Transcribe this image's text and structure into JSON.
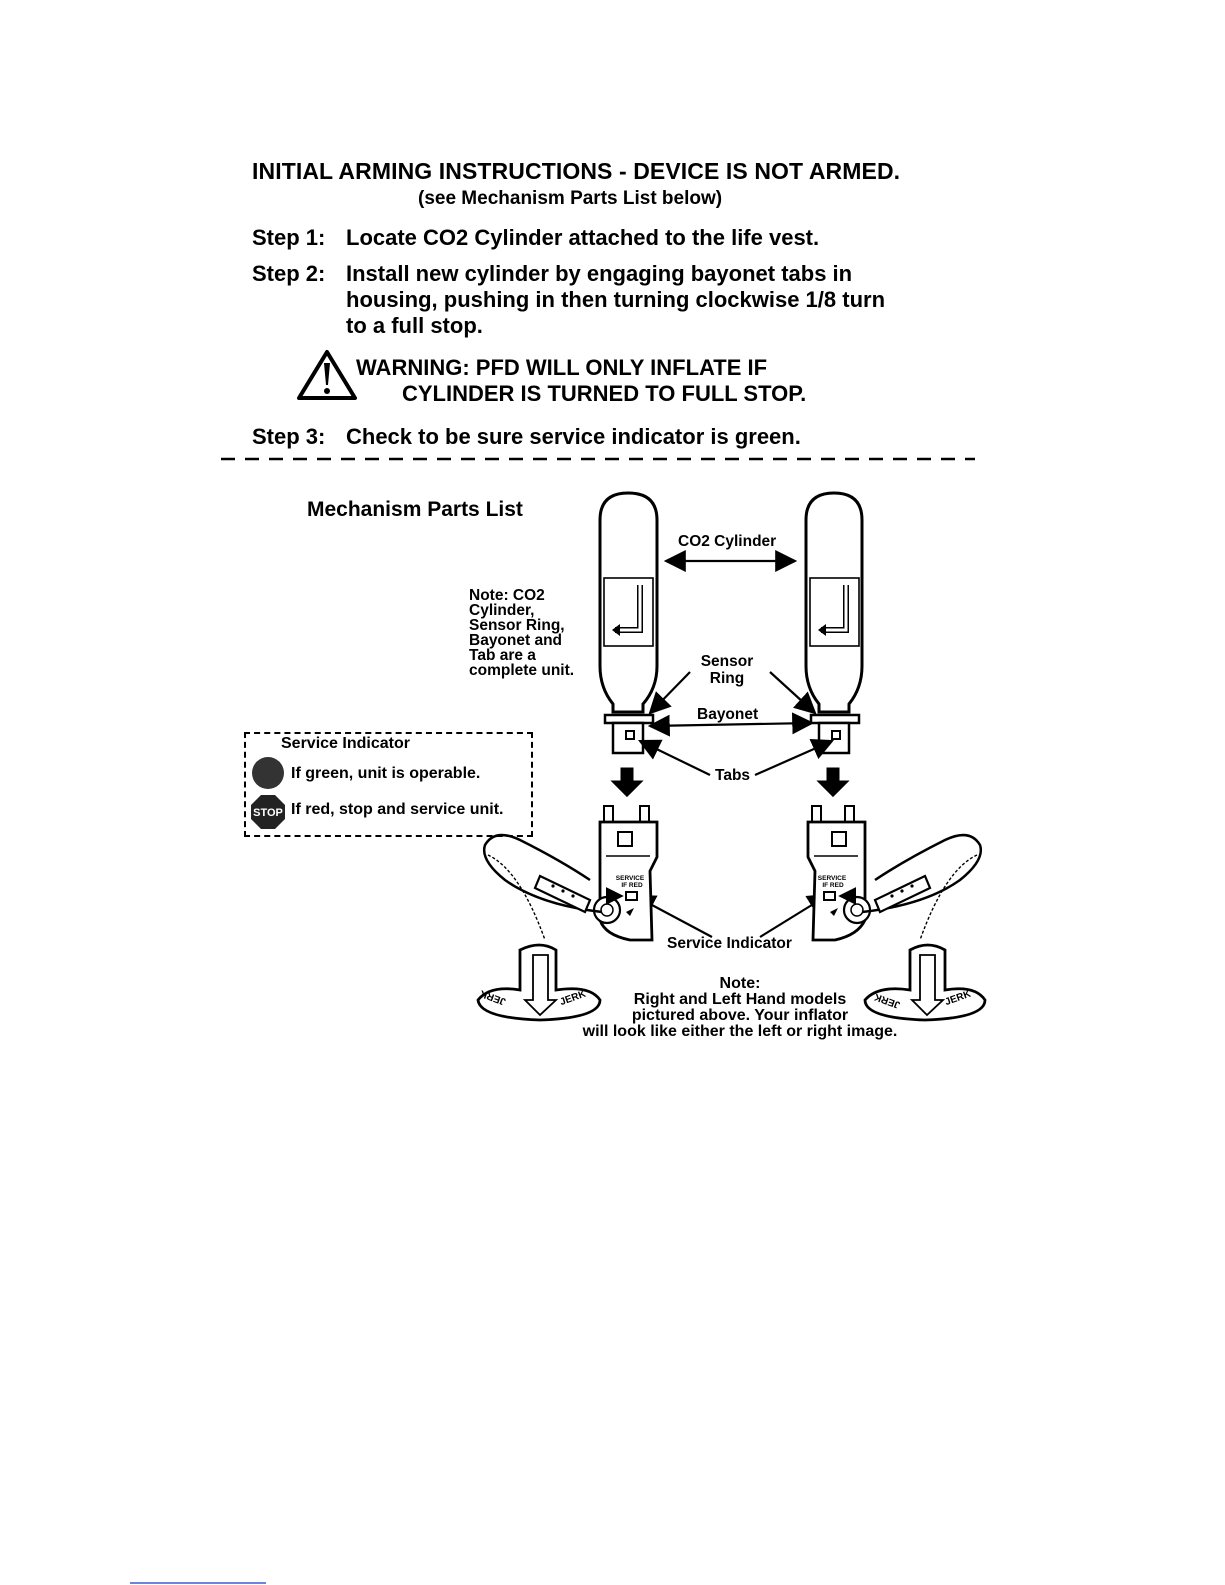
{
  "header": {
    "title": "INITIAL ARMING INSTRUCTIONS - DEVICE IS NOT ARMED.",
    "subtitle": "(see Mechanism Parts List below)"
  },
  "steps": [
    {
      "label": "Step 1:",
      "lines": [
        "Locate CO2 Cylinder attached to the life vest."
      ]
    },
    {
      "label": "Step 2:",
      "lines": [
        "Install new cylinder by engaging bayonet tabs in",
        "housing, pushing in then turning clockwise 1/8 turn",
        "to a full stop."
      ]
    },
    {
      "label": "Step 3:",
      "lines": [
        "Check to be sure service indicator is green."
      ]
    }
  ],
  "warning": {
    "line1": "WARNING:  PFD WILL ONLY INFLATE IF",
    "line2": "CYLINDER IS TURNED TO FULL STOP."
  },
  "parts": {
    "heading": "Mechanism Parts List",
    "note_left": [
      "Note:  CO2",
      "Cylinder,",
      "Sensor Ring,",
      "Bayonet and",
      "Tab are a",
      "complete unit."
    ],
    "labels": {
      "co2_cylinder": "CO2 Cylinder",
      "sensor_ring": [
        "Sensor",
        "Ring"
      ],
      "bayonet": "Bayonet",
      "tabs": "Tabs",
      "service_indicator": "Service Indicator",
      "service_if_red": [
        "SERVICE",
        "IF RED"
      ],
      "pull_tab_text": "JERK"
    },
    "legend": {
      "title": "Service Indicator",
      "green_text": "If green, unit is operable.",
      "red_text": "If red, stop and service unit.",
      "stop_text": "STOP"
    },
    "note_bottom": [
      "Note:",
      "Right and Left Hand models",
      "pictured above.  Your inflator",
      "will look like either the left or right image."
    ]
  }
}
